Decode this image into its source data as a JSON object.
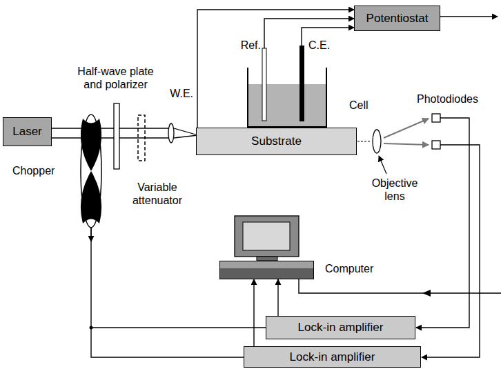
{
  "diagram": {
    "nodes": [
      {
        "text": [
          "Potentiostat"
        ]
      },
      {
        "text": [
          "Cell"
        ]
      },
      {
        "text": [
          "Laser"
        ]
      },
      {
        "text": [
          "Substrate"
        ]
      },
      {
        "text": [
          "Computer"
        ]
      },
      {
        "text": [
          "Lock-in amplifier"
        ]
      },
      {
        "text": [
          "Lock-in amplifier"
        ]
      }
    ],
    "edges": [
      {
        "from": 3,
        "to": 0,
        "arrow": "to"
      },
      {
        "from": 1,
        "to": 0,
        "arrow": "to"
      },
      {
        "from": 1,
        "to": 0,
        "arrow": "to"
      },
      {
        "from": 5,
        "to": 4,
        "arrow": "to"
      },
      {
        "from": 6,
        "to": 4,
        "arrow": "to"
      }
    ],
    "labels": [
      "Half-wave plate and polarizer",
      "W.E.",
      "Ref.",
      "C.E.",
      "Photodiodes",
      "Chopper",
      "Variable attenuator",
      "Objective lens"
    ]
  }
}
